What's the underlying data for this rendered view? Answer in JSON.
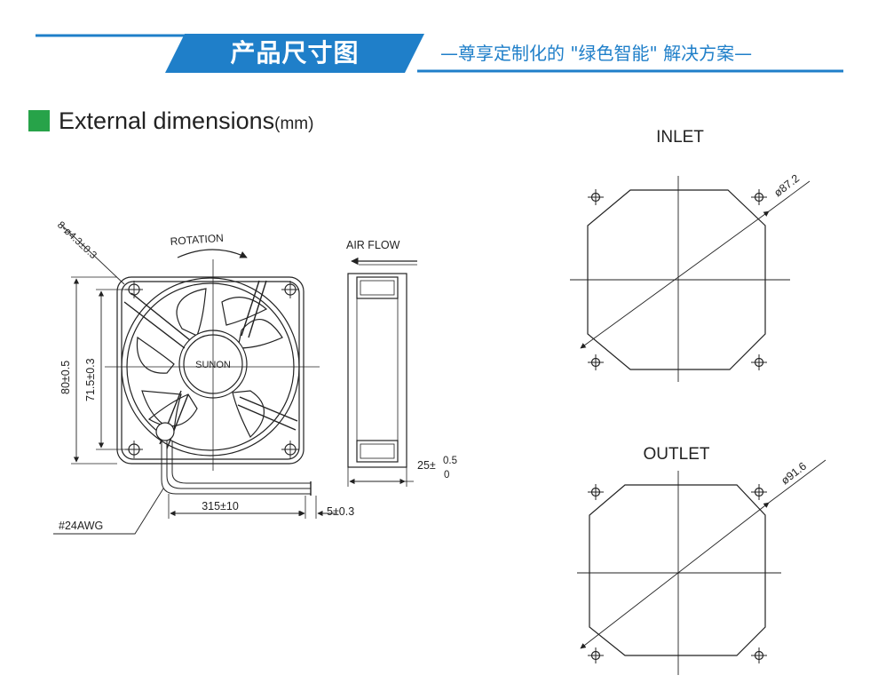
{
  "header": {
    "title": "产品尺寸图",
    "subtitle": "—尊享定制化的 \"绿色智能\" 解决方案—",
    "accent_color": "#1f7fc9"
  },
  "section": {
    "title": "External dimensions",
    "unit": "(mm)",
    "marker_color": "#27a349"
  },
  "front_view": {
    "hole_spec": "8-ø4.3±0.3",
    "rotation_label": "ROTATION",
    "brand": "SUNON",
    "height_outer": "80±0.5",
    "height_inner": "71.5±0.3",
    "wire_gauge": "#24AWG",
    "lead_length": "315±10"
  },
  "side_view": {
    "airflow_label": "AIR FLOW",
    "depth_base": "25±",
    "depth_upper": "0.5",
    "depth_lower": "0",
    "strip_length": "5±0.3"
  },
  "inlet": {
    "label": "INLET",
    "diameter": "ø87.2"
  },
  "outlet": {
    "label": "OUTLET",
    "diameter": "ø91.6"
  }
}
